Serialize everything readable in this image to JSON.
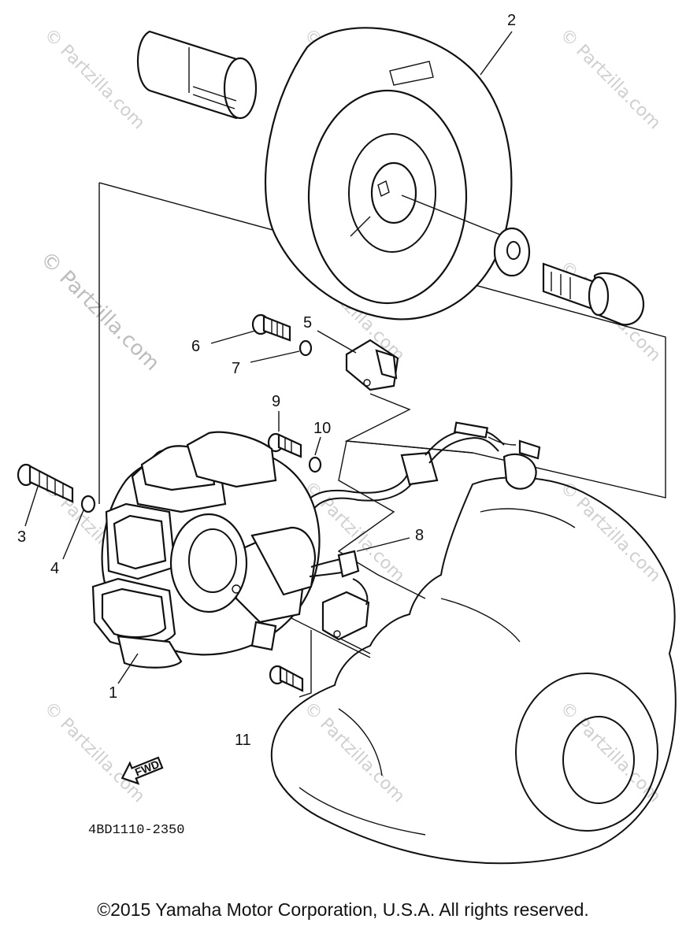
{
  "diagram": {
    "callouts": {
      "c1": "1",
      "c2": "2",
      "c3": "3",
      "c4": "4",
      "c5": "5",
      "c6": "6",
      "c7": "7",
      "c8": "8",
      "c9": "9",
      "c10": "10",
      "c11": "11"
    },
    "fwd_label": "FWD",
    "part_number": "4BD1110-2350",
    "watermark": "© Partzilla.com",
    "watermark_large": "© Partzilla.com"
  },
  "footer": {
    "copyright": "©2015 Yamaha Motor Corporation, U.S.A. All rights reserved."
  }
}
